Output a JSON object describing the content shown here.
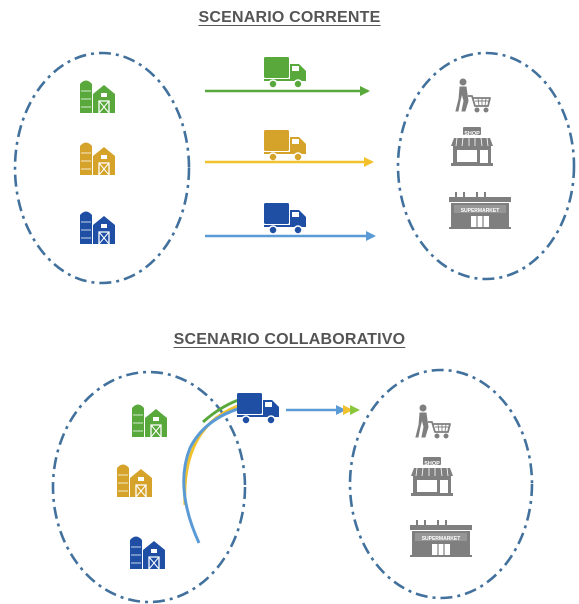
{
  "scenarios": {
    "current": {
      "title": "SCENARIO CORRENTE"
    },
    "collaborative": {
      "title": "SCENARIO COLLABORATIVO"
    }
  },
  "labels": {
    "shop_sign": "SHOP",
    "supermarket_sign": "SUPERMARKET"
  },
  "colors": {
    "green": "#58a83c",
    "yellow": "#d6a32a",
    "blue": "#1e4fa5",
    "light_blue_arrow": "#5b9bd5",
    "gray": "#7f7f7f",
    "ellipse_border": "#41719c"
  }
}
